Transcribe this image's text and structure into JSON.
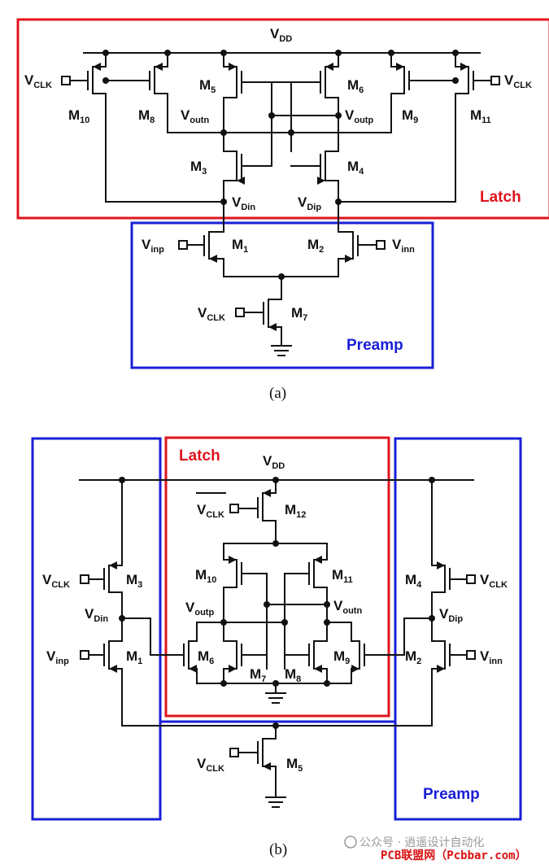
{
  "colors": {
    "latch_box": "#e0141e",
    "preamp_box": "#1a1fd6",
    "wire": "#111111",
    "watermark_red": "#d81010"
  },
  "labels": {
    "vdd": "V",
    "vdd_sub": "DD",
    "v": "V",
    "clk": "CLK",
    "inp": "inp",
    "inn": "inn",
    "outn": "outn",
    "outp": "outp",
    "din": "Din",
    "dip": "Dip",
    "m": "M",
    "n1": "1",
    "n2": "2",
    "n3": "3",
    "n4": "4",
    "n5": "5",
    "n6": "6",
    "n7": "7",
    "n8": "8",
    "n9": "9",
    "n10": "10",
    "n11": "11",
    "n12": "12",
    "latch": "Latch",
    "preamp": "Preamp"
  },
  "captions": {
    "a": "(a)",
    "b": "(b)"
  },
  "watermark": {
    "line1": "公众号 · 逍遥设计自动化",
    "line2": "PCB联盟网（Pcbbar.com）"
  }
}
